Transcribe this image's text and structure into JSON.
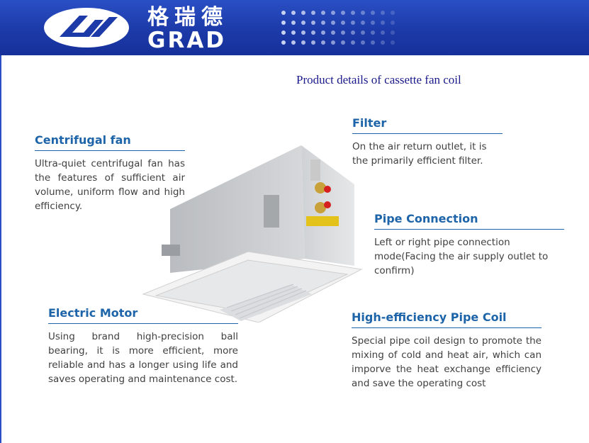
{
  "header": {
    "brand_cn": "格瑞德",
    "brand_en": "GRAD",
    "logo_icon": "grad-logo-icon",
    "colors": {
      "banner": "#1c3aa8",
      "dots": "#c8d2f2"
    }
  },
  "title": "Product details of cassette fan coil",
  "features": {
    "centrifugal_fan": {
      "heading": "Centrifugal fan",
      "body": "Ultra-quiet centrifugal fan has the features of sufficient air volume, uniform flow and high efficiency."
    },
    "filter": {
      "heading": "Filter",
      "body": "On the air return outlet, it is the primarily efficient filter."
    },
    "pipe_connection": {
      "heading": "Pipe Connection",
      "body": "Left or right pipe connection mode(Facing the air supply outlet to confirm)"
    },
    "electric_motor": {
      "heading": "Electric Motor",
      "body": "Using brand high-precision ball bearing, it is more efficient, more reliable and has a longer using life and saves operating and maintenance cost."
    },
    "pipe_coil": {
      "heading": "High-efficiency Pipe Coil",
      "body": "Special pipe coil design to promote the mixing of cold and heat air, which can imporve the heat exchange efficiency and save the operating cost"
    }
  },
  "colors": {
    "heading": "#1d64a8",
    "body": "#404040",
    "title": "#1a1a8c"
  }
}
